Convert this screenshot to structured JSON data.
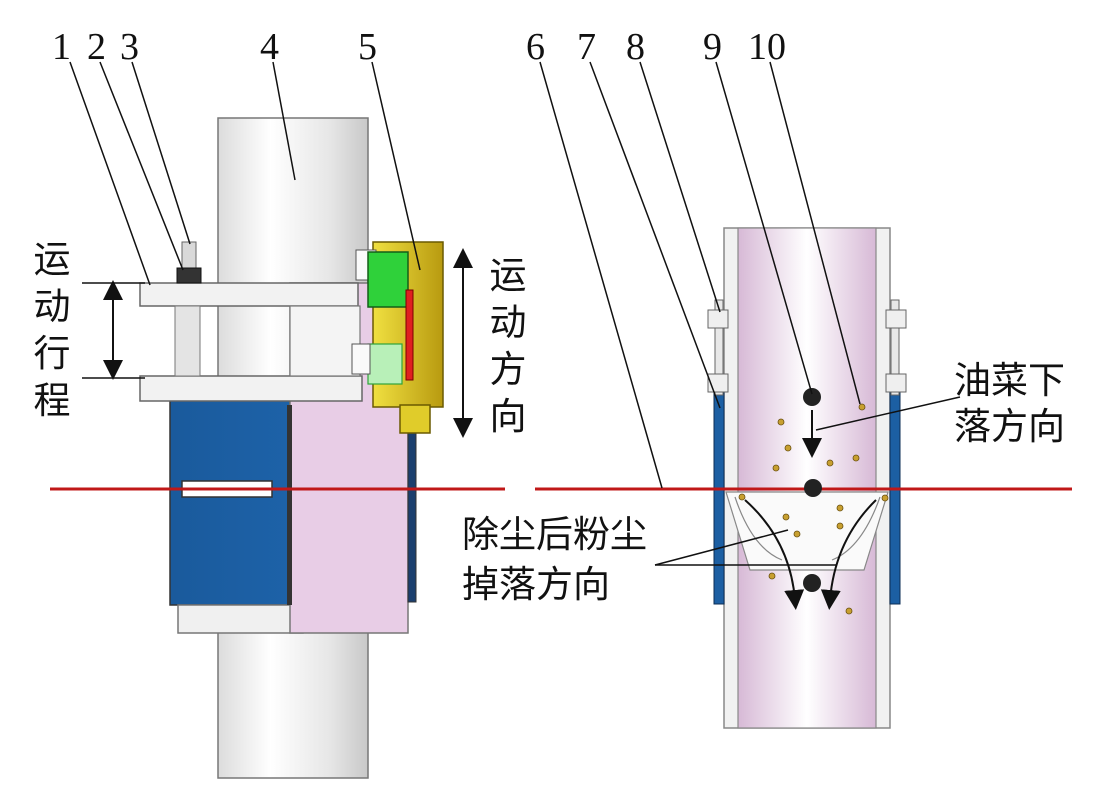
{
  "callouts": [
    "1",
    "2",
    "3",
    "4",
    "5",
    "6",
    "7",
    "8",
    "9",
    "10"
  ],
  "labels": {
    "stroke": "运动行程",
    "motion_direction": "运动方向",
    "rapeseed_fall_line1": "油菜下",
    "rapeseed_fall_line2": "落方向",
    "dust_fall_line1": "除尘后粉尘",
    "dust_fall_line2": "掉落方向"
  },
  "colors": {
    "pipe_light": "#f0f0f0",
    "pipe_pink": "#e8cde6",
    "blue_block": "#1c5fa3",
    "yellow_part": "#d8c21a",
    "green_part": "#2fd13a",
    "red_strip": "#e02020",
    "red_line": "#c01818",
    "seed": "#c8a030",
    "ball": "#222222"
  },
  "icons": [
    "double-arrow-vertical",
    "arrow-down",
    "ball",
    "seed-dot"
  ]
}
